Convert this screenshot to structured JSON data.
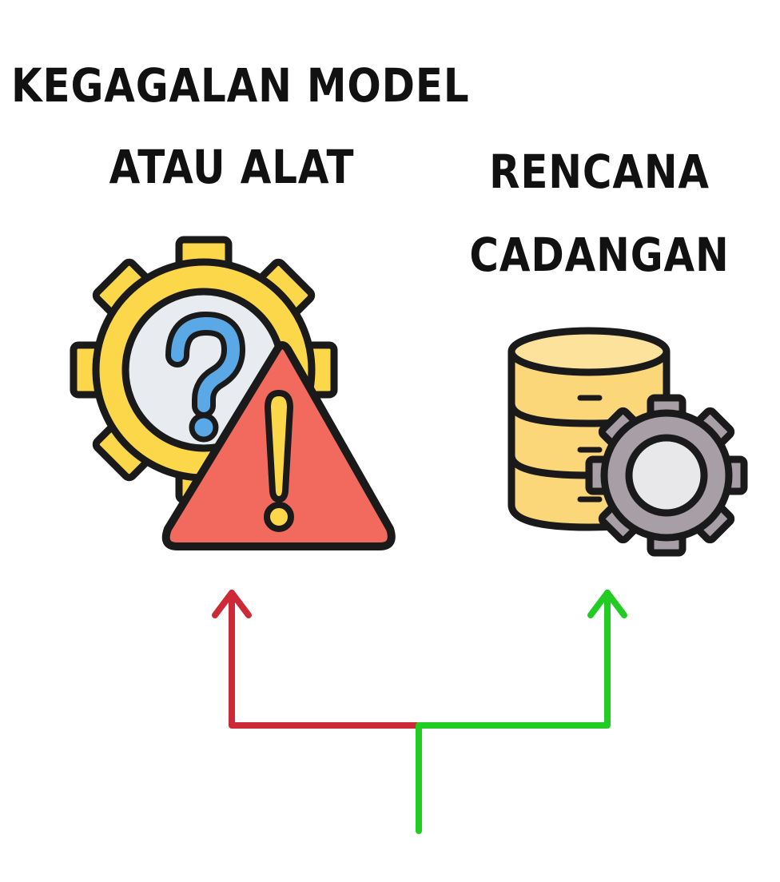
{
  "left_branch": {
    "title_line1": "KEGAGALAN MODEL",
    "title_line2": "ATAU ALAT",
    "icon": "gear-warning-icon",
    "arrow_color": "#cc2a36"
  },
  "right_branch": {
    "title_line1": "RENCANA",
    "title_line2": "CADANGAN",
    "icon": "database-gear-icon",
    "arrow_color": "#22cc22"
  },
  "colors": {
    "gear_yellow": "#fdd74a",
    "warning_red": "#f26a5e",
    "question_blue": "#5aa9e6",
    "db_yellow": "#fbd77a",
    "gear_gray": "#a79ea6",
    "outline": "#1a1a1a"
  }
}
